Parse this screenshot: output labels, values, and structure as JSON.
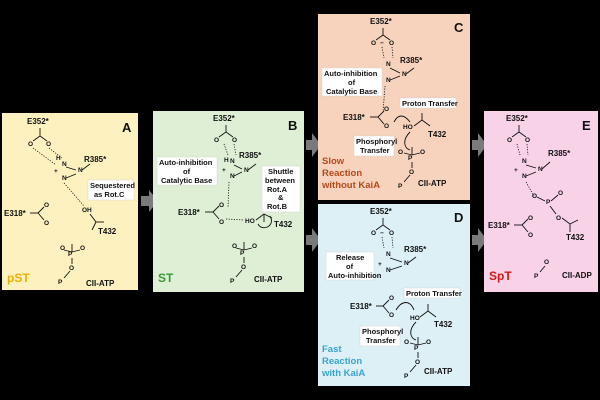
{
  "panels": {
    "A": {
      "letter": "A",
      "state": "pST",
      "state_color": "#e8b000",
      "bg": "#fdf1c0",
      "residues": {
        "e352": "E352*",
        "r385": "R385*",
        "e318": "E318*",
        "t432": "T432",
        "cii": "CII-ATP"
      },
      "note": [
        "Sequestered",
        "as Rot.C"
      ]
    },
    "B": {
      "letter": "B",
      "state": "ST",
      "state_color": "#3a9a36",
      "bg": "#dfefd5",
      "residues": {
        "e352": "E352*",
        "r385": "R385*",
        "e318": "E318*",
        "t432": "T432",
        "cii": "CII-ATP"
      },
      "note_left": [
        "Auto-inhibition",
        "of",
        "Catalytic Base"
      ],
      "note_right": [
        "Shuttle",
        "between",
        "Rot.A",
        "&",
        "Rot.B"
      ]
    },
    "C": {
      "letter": "C",
      "bg": "#f7d3bd",
      "residues": {
        "e352": "E352*",
        "r385": "R385*",
        "e318": "E318*",
        "t432": "T432",
        "cii": "CII-ATP"
      },
      "note_left": [
        "Auto-inhibition",
        "of",
        "Catalytic Base"
      ],
      "proton": "Proton Transfer",
      "phosphoryl": [
        "Phosphoryl",
        "Transfer"
      ],
      "caption": [
        "Slow",
        "Reaction",
        "without KaiA"
      ],
      "caption_color": "#b44a1a"
    },
    "D": {
      "letter": "D",
      "bg": "#dcf0f5",
      "residues": {
        "e352": "E352*",
        "r385": "R385*",
        "e318": "E318*",
        "t432": "T432",
        "cii": "CII-ATP"
      },
      "note_left": [
        "Release",
        "of",
        "Auto-inhibition"
      ],
      "proton": "Proton Transfer",
      "phosphoryl": [
        "Phosphoryl",
        "Transfer"
      ],
      "caption": [
        "Fast",
        "Reaction",
        "with KaiA"
      ],
      "caption_color": "#3aa3d0"
    },
    "E": {
      "letter": "E",
      "state": "SpT",
      "state_color": "#d01a1a",
      "bg": "#f8d2e6",
      "residues": {
        "e352": "E352*",
        "r385": "R385*",
        "e318": "E318*",
        "t432": "T432",
        "cii": "CII-ADP"
      }
    }
  },
  "atoms": {
    "O": "O",
    "H": "H",
    "N": "N",
    "P": "P",
    "HO": "HO",
    "OH": "OH",
    "plus": "+",
    "minus": "−"
  },
  "colors": {
    "arrow": "#7a7a7a",
    "background": "#000000"
  }
}
